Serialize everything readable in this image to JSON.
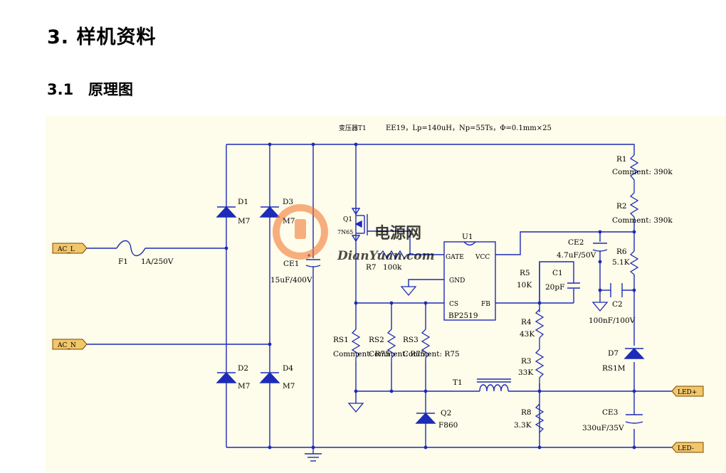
{
  "heading": {
    "main": "3.  样机资料",
    "sub_num": "3.1",
    "sub_text": "原理图"
  },
  "schematic": {
    "transformer_title": "变压器T1",
    "transformer_spec": "EE19，Lp=140uH，Np=55Ts，Φ=0.1mm×25",
    "labels": {
      "ac_l": "AC_L",
      "ac_n": "AC_N",
      "led_plus": "LED+",
      "led_minus": "LED-",
      "f1": "F1",
      "f1_val": "1A/250V",
      "d1": "D1",
      "d2": "D2",
      "d3": "D3",
      "d4": "D4",
      "m7": "M7",
      "ce1": "CE1",
      "ce1_val": "15uF/400V",
      "q1": "Q1",
      "q1_val": "7N65",
      "r7": "R7",
      "r7_val": "100k",
      "u1": "U1",
      "u1_name": "BP2519",
      "pin_gate": "GATE",
      "pin_vcc": "VCC",
      "pin_gnd": "GND",
      "pin_cs": "CS",
      "pin_fb": "FB",
      "r1": "R1",
      "r1_val": "Comment: 390k",
      "r2": "R2",
      "r2_val": "Comment: 390k",
      "ce2": "CE2",
      "ce2_val": "4.7uF/50V",
      "r6": "R6",
      "r6_val": "5.1K",
      "r5": "R5",
      "r5_val": "10K",
      "c1": "C1",
      "c1_val": "20pF",
      "c2": "C2",
      "c2_val": "100nF/100V",
      "r4": "R4",
      "r4_val": "43K",
      "r3": "R3",
      "r3_val": "33K",
      "d7": "D7",
      "d7_val": "RS1M",
      "rs1": "RS1",
      "rs2": "RS2",
      "rs3": "RS3",
      "rs1_val": "Comment: R75",
      "rs2_val": "Comment: R75",
      "rs3_val": "Comment: R75",
      "t1": "T1",
      "q2": "Q2",
      "q2_val": "F860",
      "r8": "R8",
      "r8_val": "3.3K",
      "ce3": "CE3",
      "ce3_val": "330uF/35V"
    },
    "watermark": {
      "cn": "电源网",
      "en": "DianYuan.com"
    }
  },
  "colors": {
    "wire": "#1c2bb8",
    "background": "#fefcea",
    "port_fill": "#f2c66a",
    "watermark": "#f37a34"
  }
}
